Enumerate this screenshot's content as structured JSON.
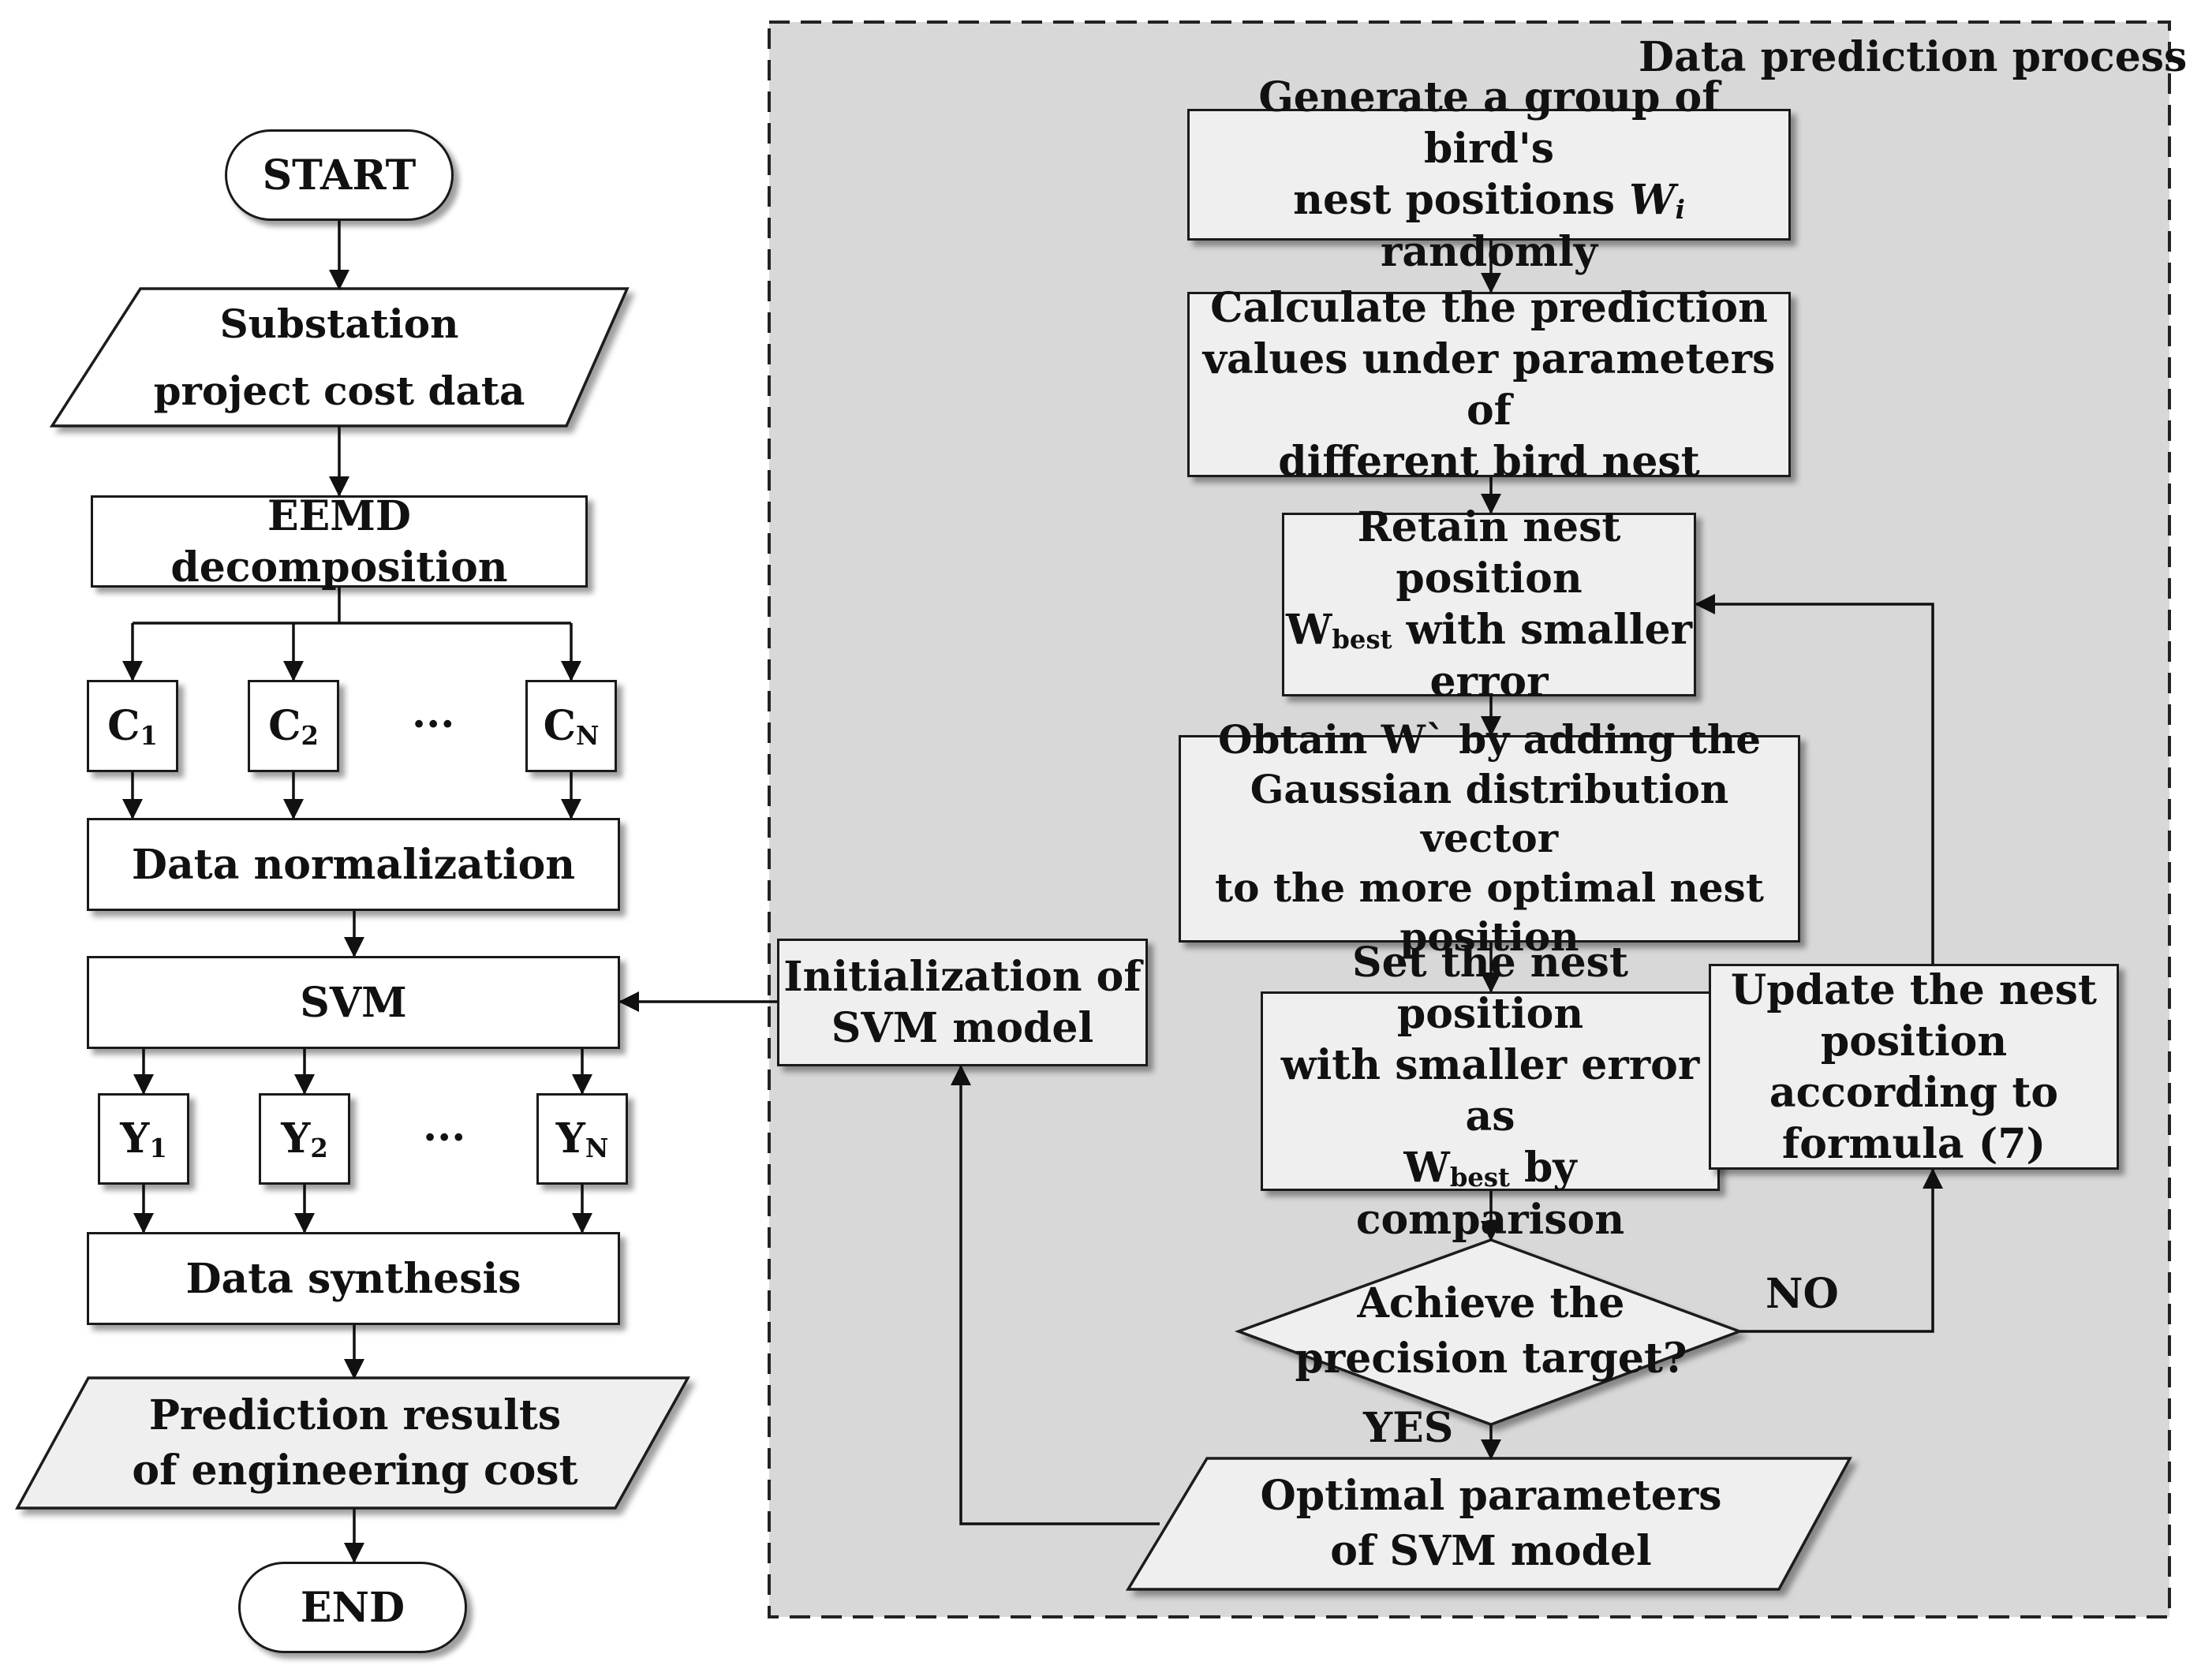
{
  "region_title": "Data prediction process",
  "left": {
    "start": "START",
    "input_data": [
      "Substation",
      "project cost data"
    ],
    "eemd": "EEMD decomposition",
    "components": {
      "c1": "C",
      "c1_sub": "1",
      "c2": "C",
      "c2_sub": "2",
      "cn": "C",
      "cn_sub": "N",
      "ellipsis": "···"
    },
    "normalization": "Data normalization",
    "svm": "SVM",
    "outputs": {
      "y1": "Y",
      "y1_sub": "1",
      "y2": "Y",
      "y2_sub": "2",
      "yn": "Y",
      "yn_sub": "N",
      "ellipsis": "···"
    },
    "synthesis": "Data synthesis",
    "results": [
      "Prediction results",
      "of engineering cost"
    ],
    "end": "END"
  },
  "right": {
    "generate": {
      "line1": "Generate a group of bird's",
      "line2_pre": "nest positions ",
      "line2_var": "W",
      "line2_sub": "i",
      "line2_post": " randomly"
    },
    "calculate": [
      "Calculate the prediction",
      "values under parameters of",
      "different bird nest"
    ],
    "retain": {
      "line1": "Retain nest position",
      "line2_var": "W",
      "line2_sub": "best",
      "line2_post": " with smaller",
      "line3": "error"
    },
    "obtain": [
      "Obtain W` by adding the",
      "Gaussian distribution vector",
      "to the more optimal nest",
      "position"
    ],
    "set": {
      "line1": "Set the nest position",
      "line2": "with smaller error  as",
      "line3_var": "W",
      "line3_sub": "best",
      "line3_post": " by comparison"
    },
    "update": [
      "Update the nest",
      "position",
      "according to",
      "formula (7)"
    ],
    "init_svm": [
      "Initialization of",
      "SVM model"
    ],
    "decision": [
      "Achieve the",
      "precision target?"
    ],
    "no": "NO",
    "yes": "YES",
    "optimal": [
      "Optimal parameters",
      "of SVM model"
    ]
  }
}
